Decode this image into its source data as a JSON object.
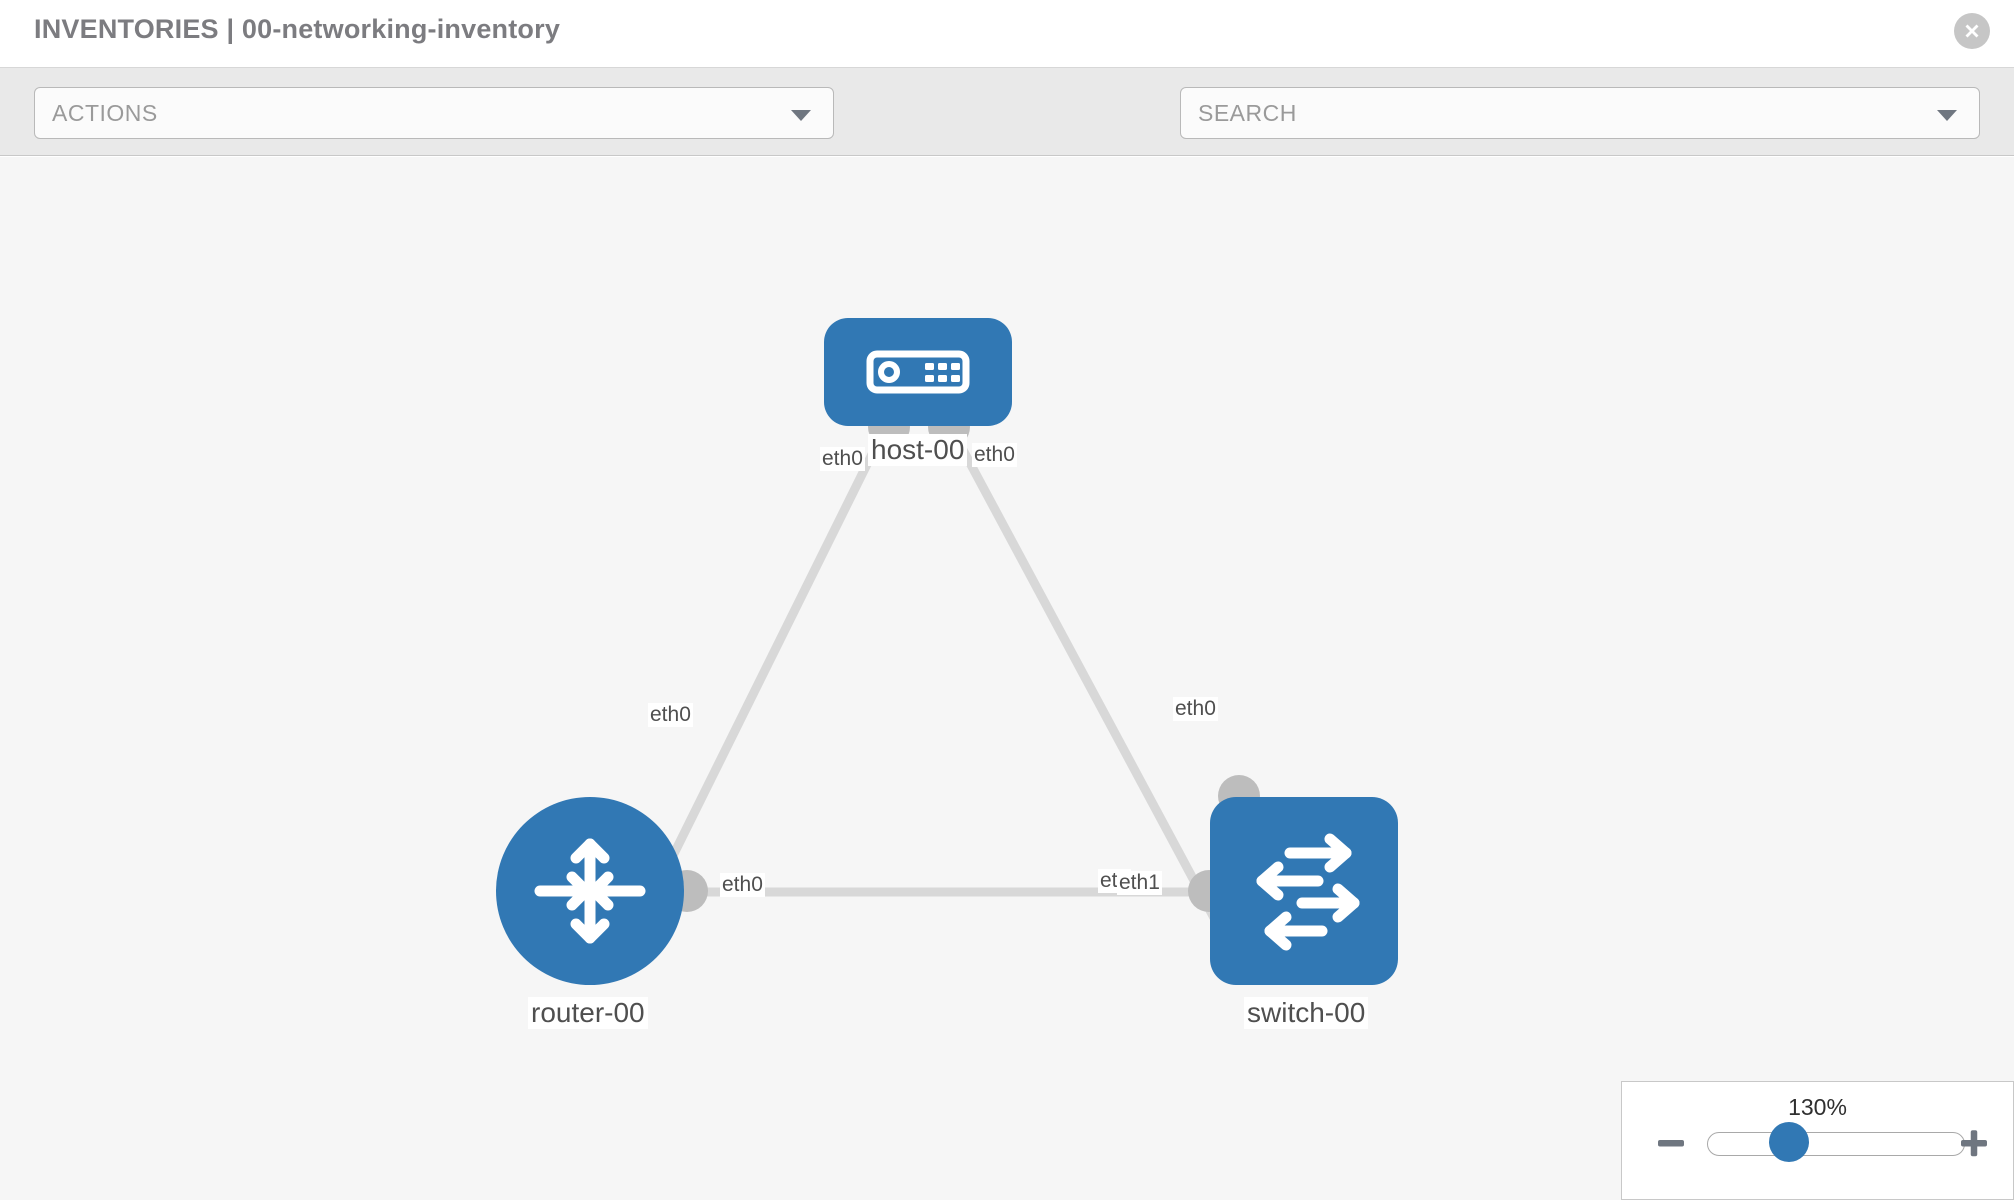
{
  "header": {
    "title": "INVENTORIES | 00-networking-inventory",
    "close_icon": "close-circle-icon"
  },
  "toolbar": {
    "actions_label": "ACTIONS",
    "actions_caret": "chevron-down-icon",
    "wrench_icon": "wrench-icon",
    "key_icon": "key-icon",
    "search_placeholder": "SEARCH",
    "search_caret": "chevron-down-icon"
  },
  "topology": {
    "accent_color": "#3178b4",
    "link_color": "#d8d8d8",
    "connector_color": "#bdbdbd",
    "canvas_color": "#f6f6f6",
    "nodes": [
      {
        "id": "host-00",
        "label": "host-00",
        "type": "host",
        "icon": "server-icon"
      },
      {
        "id": "router-00",
        "label": "router-00",
        "type": "router",
        "icon": "router-arrows-icon"
      },
      {
        "id": "switch-00",
        "label": "switch-00",
        "type": "switch",
        "icon": "switch-arrows-icon"
      }
    ],
    "links": [
      {
        "from": "host-00",
        "from_iface": "eth0",
        "to": "router-00",
        "to_iface": "eth0"
      },
      {
        "from": "host-00",
        "from_iface": "eth0",
        "to": "switch-00",
        "to_iface": "eth0"
      },
      {
        "from": "router-00",
        "from_iface": "eth0",
        "to": "switch-00",
        "to_iface": "eth1"
      }
    ],
    "interface_labels": {
      "host_left": "eth0",
      "host_right": "eth0",
      "router_up": "eth0",
      "switch_up": "eth0",
      "router_right": "eth0",
      "switch_left_a": "eth",
      "switch_left_b": "eth1"
    }
  },
  "zoom_control": {
    "value": "130%",
    "minus_icon": "minus-icon",
    "plus_icon": "plus-icon"
  }
}
